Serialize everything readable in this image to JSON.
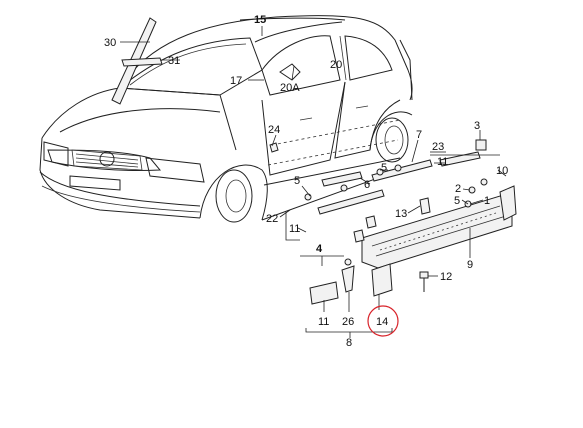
{
  "callouts": {
    "c15": "15",
    "c30": "30",
    "c31": "31",
    "c20": "20",
    "c17": "17",
    "c20a": "20A",
    "c24": "24",
    "c3": "3",
    "c7": "7",
    "c23": "23",
    "c11a": "11",
    "c5a": "5",
    "c5b": "5",
    "c6": "6",
    "c10": "10",
    "c22": "22",
    "c11b": "11",
    "c4": "4",
    "c13": "13",
    "c2": "2",
    "c1": "1",
    "c5c": "5",
    "c9": "9",
    "c12": "12",
    "c11c": "11",
    "c26": "26",
    "c14": "14",
    "c8": "8"
  },
  "colors": {
    "highlight": "#d8232a",
    "ink": "#222222"
  }
}
